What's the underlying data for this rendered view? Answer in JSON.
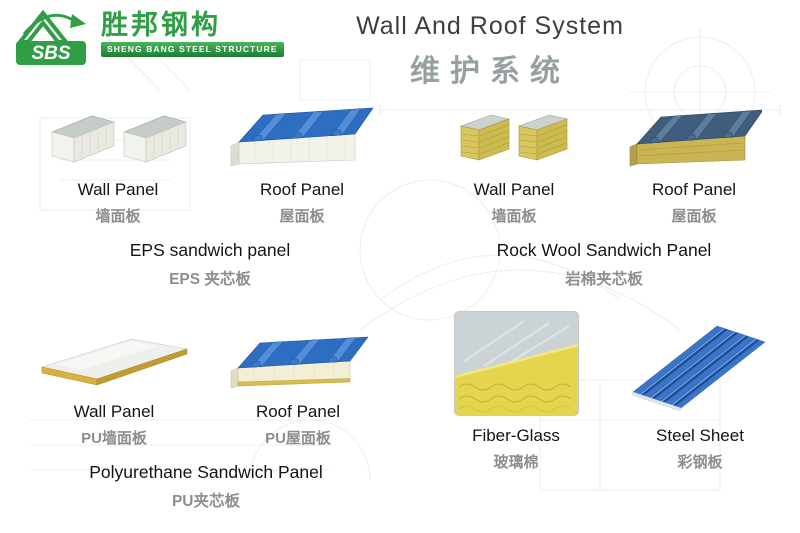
{
  "header": {
    "logo_sbs": "SBS",
    "logo_cn": "胜邦钢构",
    "logo_sub": "SHENG BANG STEEL STRUCTURE",
    "title_en": "Wall And Roof System",
    "title_zh": "维护系统"
  },
  "eps": {
    "wall_en": "Wall Panel",
    "wall_zh": "墙面板",
    "roof_en": "Roof Panel",
    "roof_zh": "屋面板",
    "caption_en": "EPS sandwich panel",
    "caption_zh": "EPS 夹芯板"
  },
  "rockwool": {
    "wall_en": "Wall Panel",
    "wall_zh": "墙面板",
    "roof_en": "Roof Panel",
    "roof_zh": "屋面板",
    "caption_en": "Rock Wool Sandwich Panel",
    "caption_zh": "岩棉夹芯板"
  },
  "pu": {
    "wall_en": "Wall Panel",
    "wall_zh": "PU墙面板",
    "roof_en": "Roof Panel",
    "roof_zh": "PU屋面板",
    "caption_en": "Polyurethane Sandwich Panel",
    "caption_zh": "PU夹芯板"
  },
  "materials": {
    "fiberglass_en": "Fiber-Glass",
    "fiberglass_zh": "玻璃棉",
    "steel_en": "Steel Sheet",
    "steel_zh": "彩钢板"
  },
  "colors": {
    "brand_green": "#2f9e45",
    "panel_blue": "#2e6ec2",
    "label_gray": "#8e8e8e"
  }
}
